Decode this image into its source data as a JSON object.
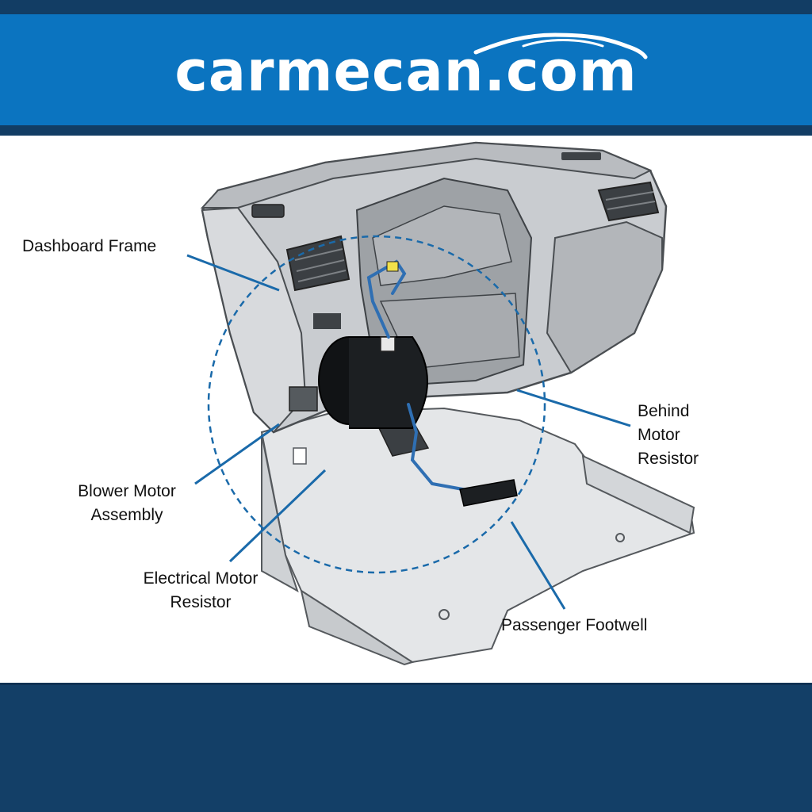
{
  "header": {
    "logo_text": "carmecan.com",
    "logo_icon": "car-silhouette-icon",
    "colors": {
      "brand_blue": "#0b74c0",
      "navy": "#133f67",
      "accent_line": "#1a6aaa"
    }
  },
  "labels": {
    "dashboard_frame": "Dashboard Frame",
    "behind_motor_resistor": [
      "Behind",
      "Motor",
      "Resistor"
    ],
    "blower_motor_assembly": [
      "Blower Motor",
      "Assembly"
    ],
    "electrical_motor_resistor": [
      "Electrical Motor",
      "Resistor"
    ],
    "passenger_footwell": "Passenger Footwell"
  }
}
